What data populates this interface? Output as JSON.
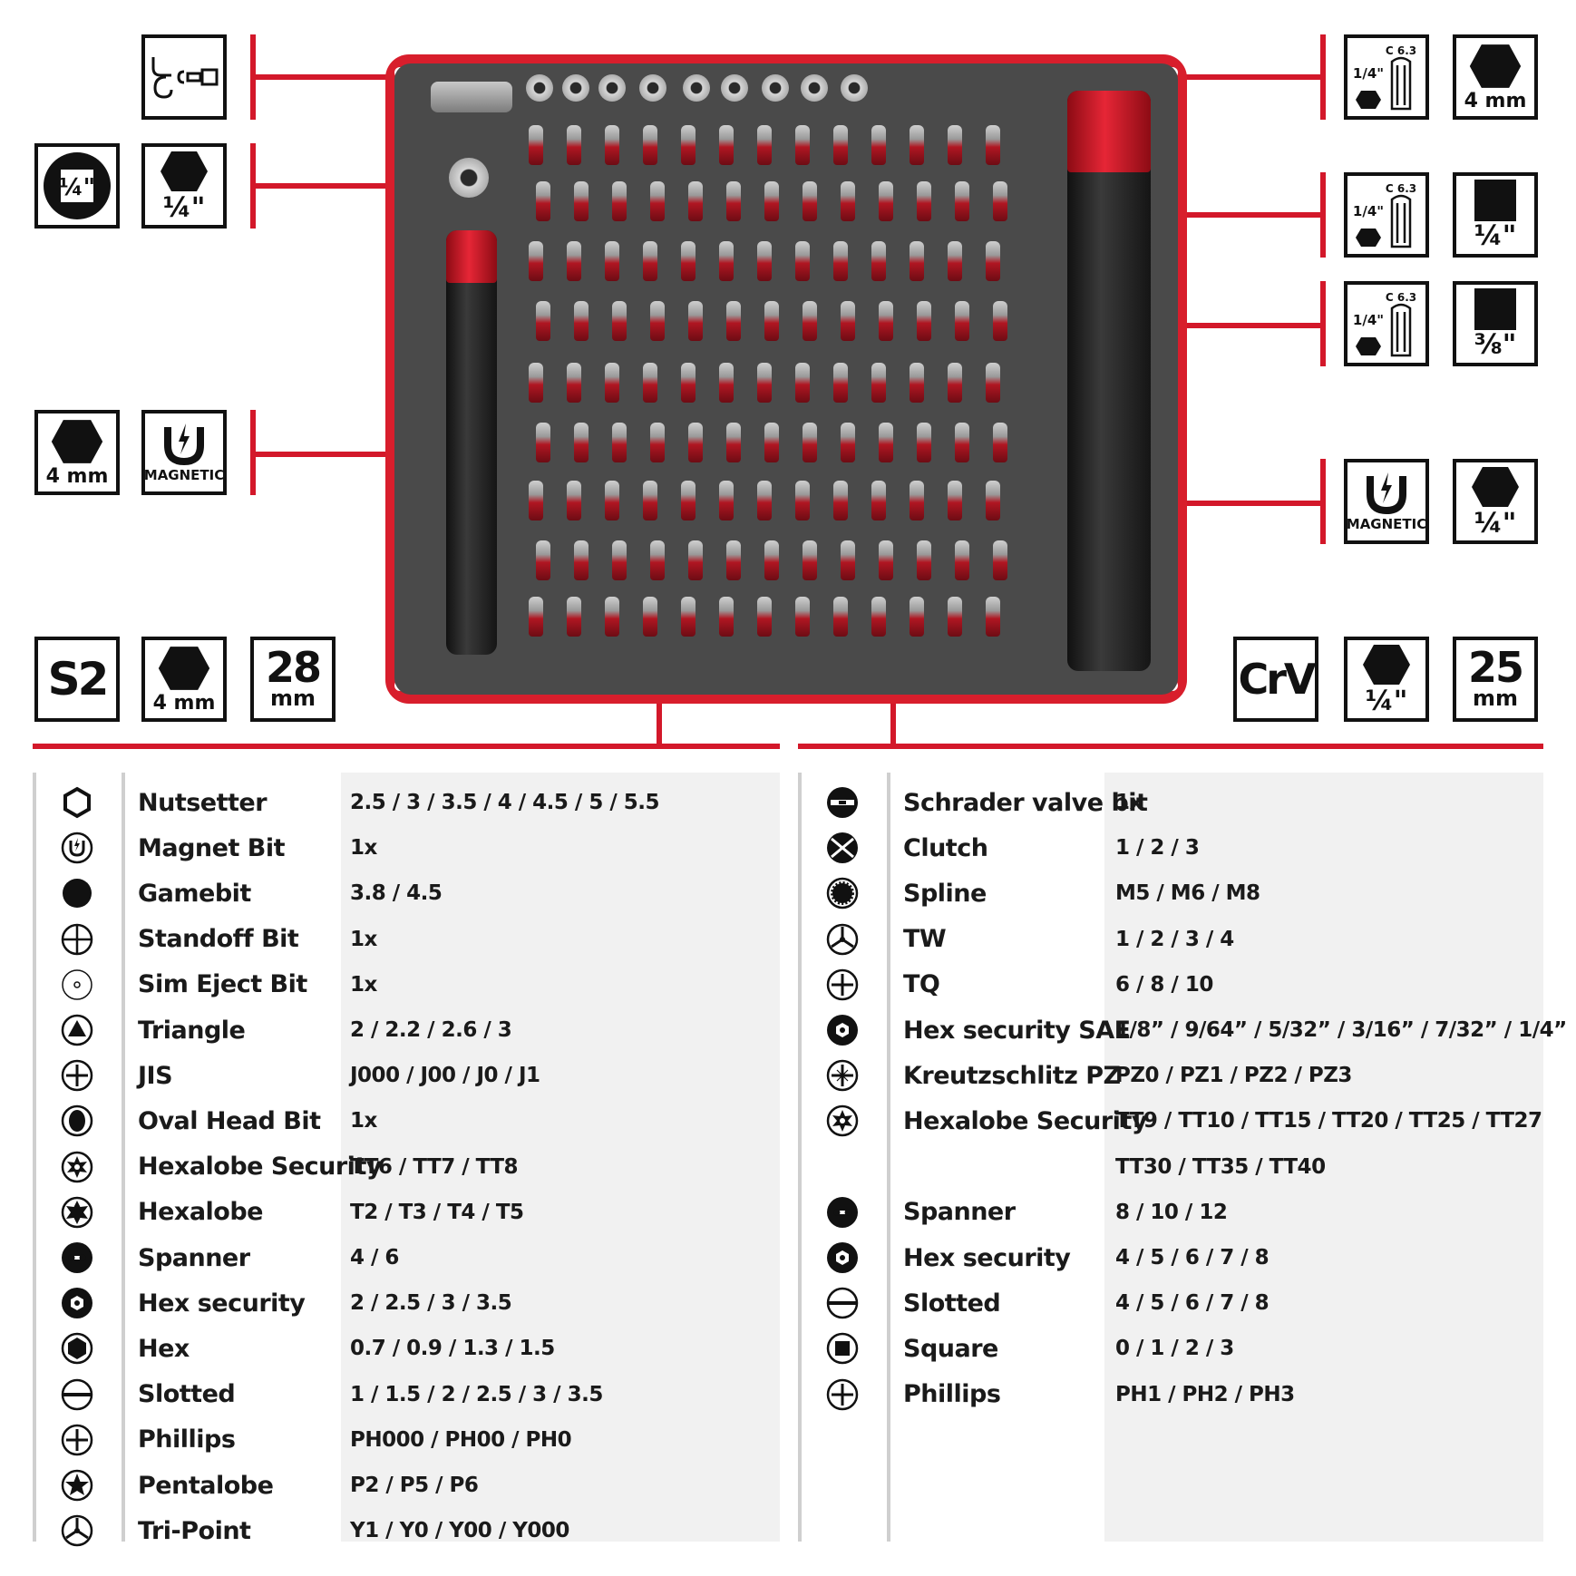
{
  "spec_boxes": {
    "quarter_inch": "¼\"",
    "four_mm": "4 mm",
    "magnetic": "MAGNETIC",
    "s2": "S2",
    "len_left": "28",
    "len_left_unit": "mm",
    "crv": "CrV",
    "len_right": "25",
    "len_right_unit": "mm",
    "three_eighths": "⅜\"",
    "c63": "C 6.3",
    "quarter_frac": "1/4\""
  },
  "colors": {
    "accent": "#d3182a",
    "tray": "#4a4a4a",
    "table_bg": "#f1f1f1"
  },
  "left_table": [
    {
      "icon": "nut-icon",
      "name": "Nutsetter",
      "value": "2.5 / 3 / 3.5 / 4 / 4.5 /  5 / 5.5"
    },
    {
      "icon": "magnet-icon",
      "name": "Magnet Bit",
      "value": "1x"
    },
    {
      "icon": "gamebit-icon",
      "name": "Gamebit",
      "value": "3.8 / 4.5"
    },
    {
      "icon": "standoff-icon",
      "name": "Standoff Bit",
      "value": "1x"
    },
    {
      "icon": "sim-eject-icon",
      "name": "Sim Eject Bit",
      "value": "1x"
    },
    {
      "icon": "triangle-icon",
      "name": "Triangle",
      "value": "2 / 2.2 / 2.6 / 3"
    },
    {
      "icon": "jis-icon",
      "name": "JIS",
      "value": "J000 / J00 / J0 / J1"
    },
    {
      "icon": "oval-icon",
      "name": "Oval Head Bit",
      "value": "1x"
    },
    {
      "icon": "hexalobe-security-icon",
      "name": "Hexalobe Security",
      "value": "TT6 / TT7 / TT8"
    },
    {
      "icon": "hexalobe-icon",
      "name": "Hexalobe",
      "value": "T2 / T3 / T4 / T5"
    },
    {
      "icon": "spanner-icon",
      "name": "Spanner",
      "value": "4 / 6"
    },
    {
      "icon": "hex-security-icon",
      "name": "Hex security",
      "value": "2 / 2.5 / 3 / 3.5"
    },
    {
      "icon": "hex-icon",
      "name": "Hex",
      "value": "0.7 / 0.9 / 1.3 / 1.5"
    },
    {
      "icon": "slotted-icon",
      "name": "Slotted",
      "value": "1 / 1.5 / 2 / 2.5 / 3 / 3.5"
    },
    {
      "icon": "phillips-icon",
      "name": "Phillips",
      "value": "PH000 / PH00 / PH0"
    },
    {
      "icon": "pentalobe-icon",
      "name": "Pentalobe",
      "value": "P2 / P5 / P6"
    },
    {
      "icon": "tripoint-icon",
      "name": "Tri-Point",
      "value": "Y1 / Y0 / Y00 / Y000"
    }
  ],
  "right_table": [
    {
      "icon": "schrader-icon",
      "name": "Schrader valve bit",
      "value": "1x"
    },
    {
      "icon": "clutch-icon",
      "name": "Clutch",
      "value": "1 / 2 / 3"
    },
    {
      "icon": "spline-icon",
      "name": "Spline",
      "value": "M5 / M6 / M8"
    },
    {
      "icon": "tw-icon",
      "name": "TW",
      "value": "1 / 2 / 3 / 4"
    },
    {
      "icon": "tq-icon",
      "name": "TQ",
      "value": "6 / 8 / 10"
    },
    {
      "icon": "hex-security-sae-icon",
      "name": "Hex security SAE",
      "value": "1/8” / 9/64” / 5/32” / 3/16” / 7/32” / 1/4”"
    },
    {
      "icon": "pz-icon",
      "name": "Kreutzschlitz PZ",
      "value": "PZ0 / PZ1 / PZ2 / PZ3"
    },
    {
      "icon": "hexalobe-security-icon",
      "name": "Hexalobe Security",
      "value": "TT9 / TT10 / TT15 / TT20 / TT25 / TT27"
    },
    {
      "icon": "",
      "name": "",
      "value": "TT30 / TT35 / TT40"
    },
    {
      "icon": "spanner-icon",
      "name": "Spanner",
      "value": "8 / 10 / 12"
    },
    {
      "icon": "hex-security-icon",
      "name": "Hex security",
      "value": "4 / 5 / 6 / 7 / 8"
    },
    {
      "icon": "slotted-icon",
      "name": "Slotted",
      "value": "4 / 5 / 6 / 7 / 8"
    },
    {
      "icon": "square-icon",
      "name": "Square",
      "value": "0 / 1 / 2 / 3"
    },
    {
      "icon": "phillips-icon",
      "name": "Phillips",
      "value": "PH1 / PH2 / PH3"
    }
  ]
}
